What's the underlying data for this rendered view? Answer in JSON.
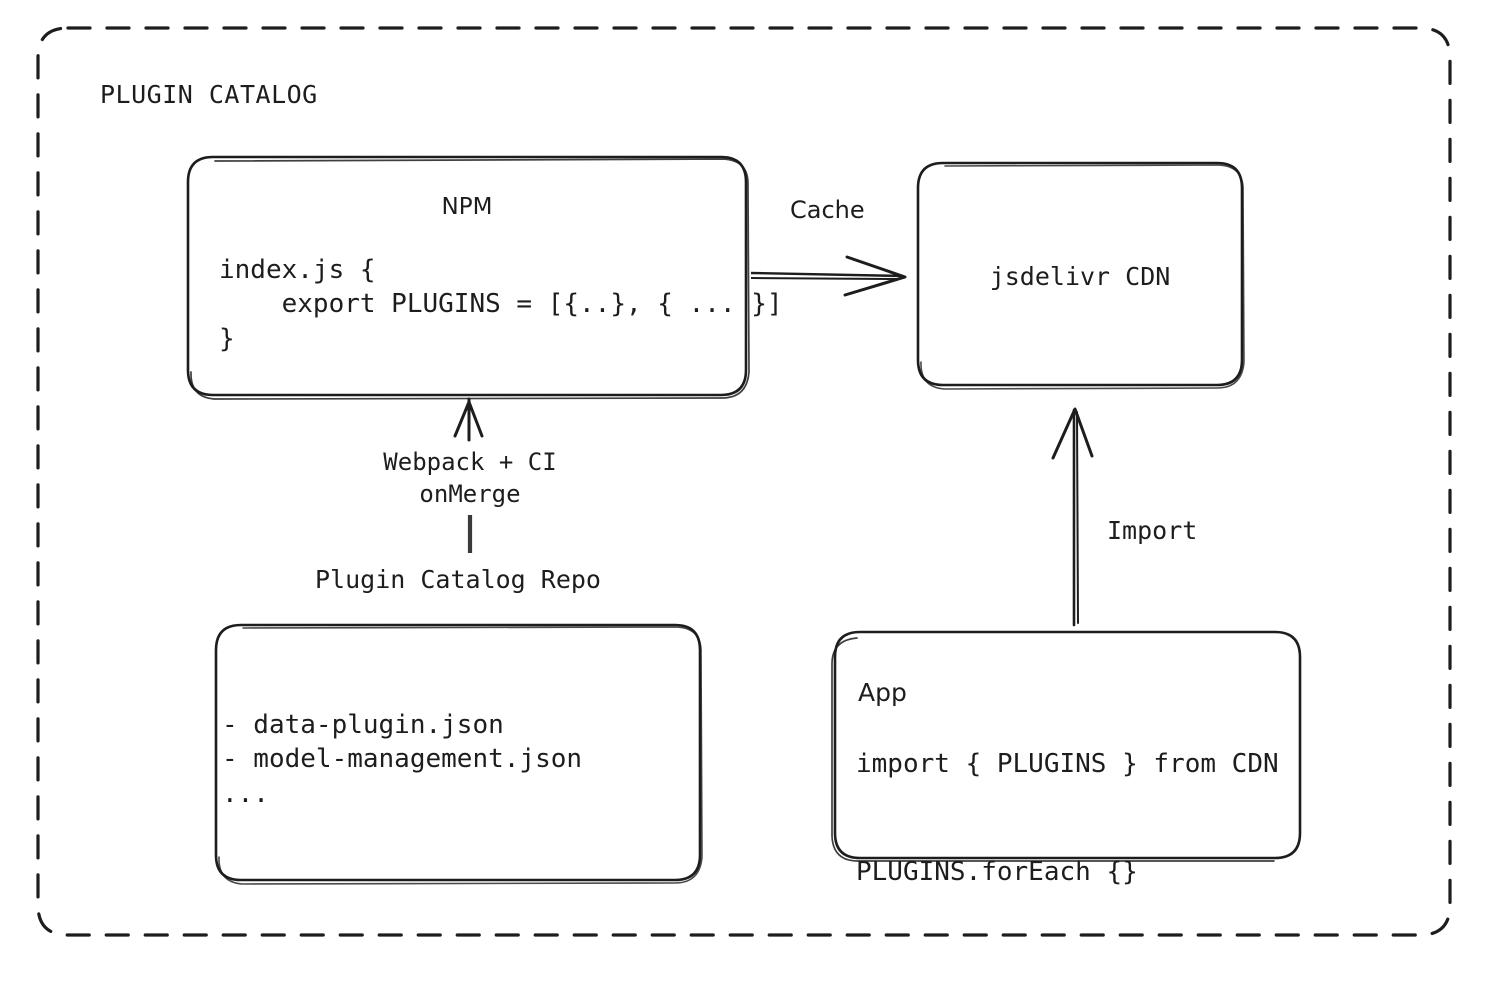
{
  "diagram": {
    "type": "architecture-flow",
    "group": {
      "title": "PLUGIN CATALOG",
      "border_style": "dashed",
      "color": "#1d1d1d"
    },
    "background": "#ffffff",
    "stroke_color": "#1d1d1d",
    "nodes": {
      "npm": {
        "title": "NPM",
        "code": "index.js {\n    export PLUGINS = [{..}, { ... }]\n}"
      },
      "cdn": {
        "title": "jsdelivr CDN"
      },
      "repo": {
        "caption": "Plugin Catalog Repo",
        "items": "- data-plugin.json\n- model-management.json\n..."
      },
      "app": {
        "title": "App",
        "code": "import { PLUGINS } from CDN\n\nPLUGINS.forEach {}"
      }
    },
    "edges": {
      "npm_to_cdn": {
        "label": "Cache",
        "direction": "right"
      },
      "repo_to_npm": {
        "label": "Webpack + CI\nonMerge",
        "direction": "up"
      },
      "app_to_cdn": {
        "label": "Import",
        "direction": "up"
      }
    }
  }
}
